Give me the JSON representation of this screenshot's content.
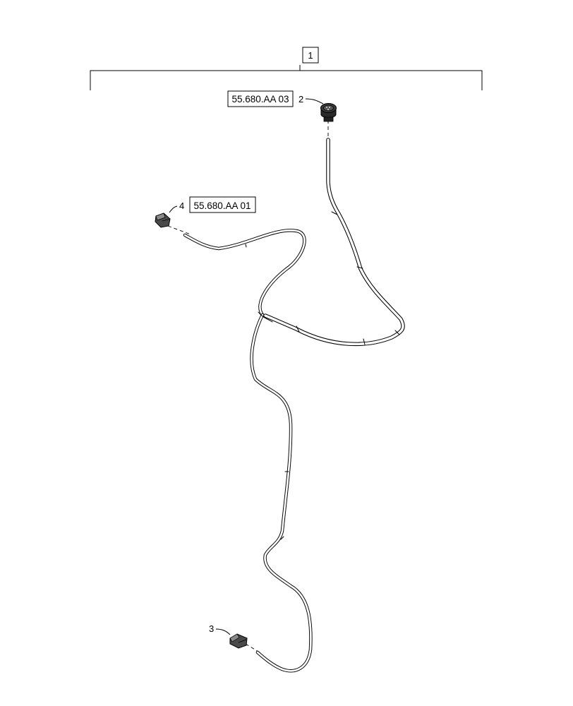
{
  "diagram": {
    "assembly_callout": "1",
    "parts": [
      {
        "number": "2",
        "reference": "55.680.AA 03"
      },
      {
        "number": "3"
      },
      {
        "number": "4",
        "reference": "55.680.AA 01"
      }
    ]
  },
  "colors": {
    "line": "#000000",
    "background": "#ffffff",
    "connector_fill": "#3a3a3a"
  }
}
